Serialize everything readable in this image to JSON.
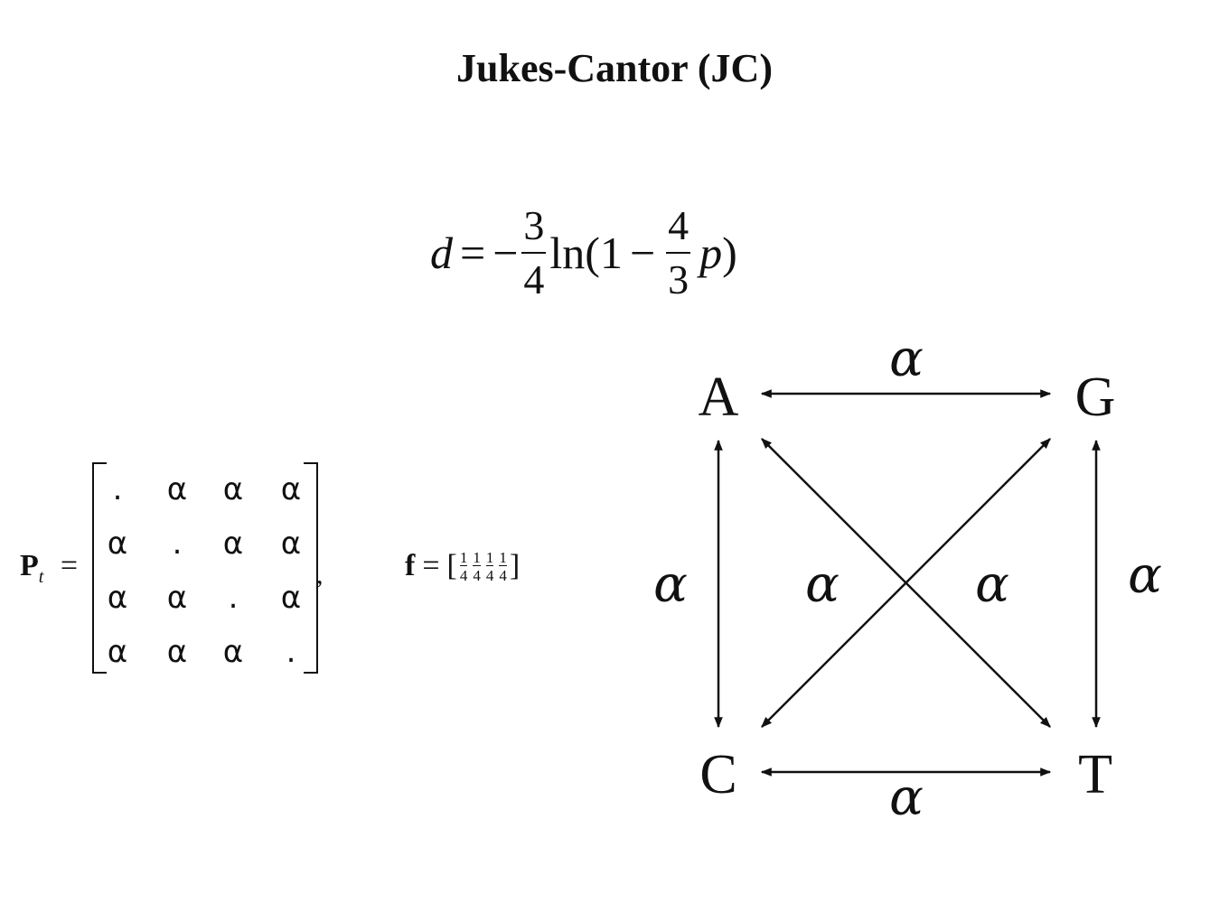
{
  "title": "Jukes-Cantor (JC)",
  "formula": {
    "lhs": "d",
    "eq": "=",
    "minus": "−",
    "frac1_num": "3",
    "frac1_den": "4",
    "ln_open": "ln(1",
    "minus2": "−",
    "frac2_num": "4",
    "frac2_den": "3",
    "var": "p",
    "close": ")"
  },
  "matrix": {
    "label": "P",
    "subscript": "t",
    "eq": "=",
    "rows": [
      [
        ".",
        "α",
        "α",
        "α"
      ],
      [
        "α",
        ".",
        "α",
        "α"
      ],
      [
        "α",
        "α",
        ".",
        "α"
      ],
      [
        "α",
        "α",
        "α",
        "."
      ]
    ],
    "comma": ","
  },
  "freq": {
    "label": "f",
    "eq": "=",
    "open": "[",
    "close": "]",
    "values": [
      {
        "num": "1",
        "den": "4"
      },
      {
        "num": "1",
        "den": "4"
      },
      {
        "num": "1",
        "den": "4"
      },
      {
        "num": "1",
        "den": "4"
      }
    ]
  },
  "diagram": {
    "nodes": {
      "A": "A",
      "G": "G",
      "C": "C",
      "T": "T"
    },
    "edges": {
      "A-G": "α",
      "C-T": "α",
      "A-C": "α",
      "G-T": "α",
      "G-C": "α",
      "A-T": "α"
    }
  }
}
